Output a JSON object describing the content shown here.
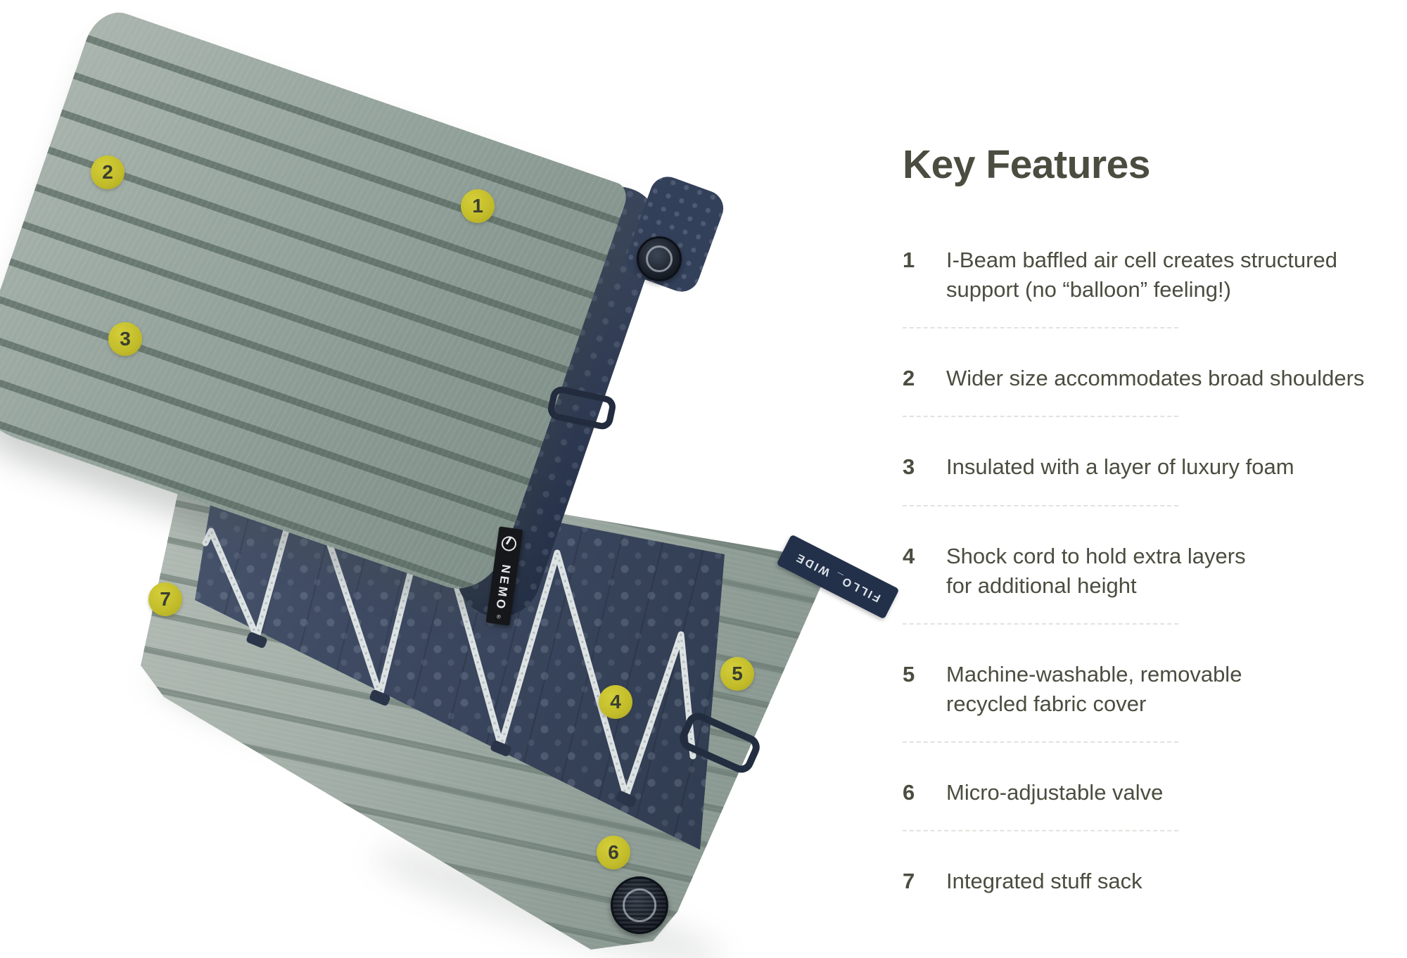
{
  "features": {
    "title": "Key Features",
    "items": [
      {
        "num": "1",
        "text": "I-Beam baffled air cell creates structured\nsupport (no “balloon” feeling!)"
      },
      {
        "num": "2",
        "text": "Wider size accommodates broad shoulders"
      },
      {
        "num": "3",
        "text": "Insulated with a layer of luxury foam"
      },
      {
        "num": "4",
        "text": "Shock cord to hold extra layers\nfor additional height"
      },
      {
        "num": "5",
        "text": "Machine-washable, removable\nrecycled fabric cover"
      },
      {
        "num": "6",
        "text": "Micro-adjustable valve"
      },
      {
        "num": "7",
        "text": "Integrated stuff sack"
      }
    ]
  },
  "badges": [
    "1",
    "2",
    "3",
    "4",
    "5",
    "6",
    "7"
  ],
  "tags": {
    "brand_label": "NEMO",
    "brand_reg": "®",
    "model_label": "FILLO_ WIDE"
  },
  "colors": {
    "background": "#ffffff",
    "badge_bg": "#c6c02d",
    "badge_text": "#3b3f30",
    "heading_text": "#4a4d3f",
    "body_text": "#4a4d3f",
    "divider": "#e2e2df",
    "fabric_sage": "#97a49d",
    "fabric_stripe": "#68796f",
    "fabric_navy": "#3a4659",
    "shock_cord": "#dde2e3",
    "brand_tag": "#17191d",
    "model_tag": "#22304a"
  }
}
